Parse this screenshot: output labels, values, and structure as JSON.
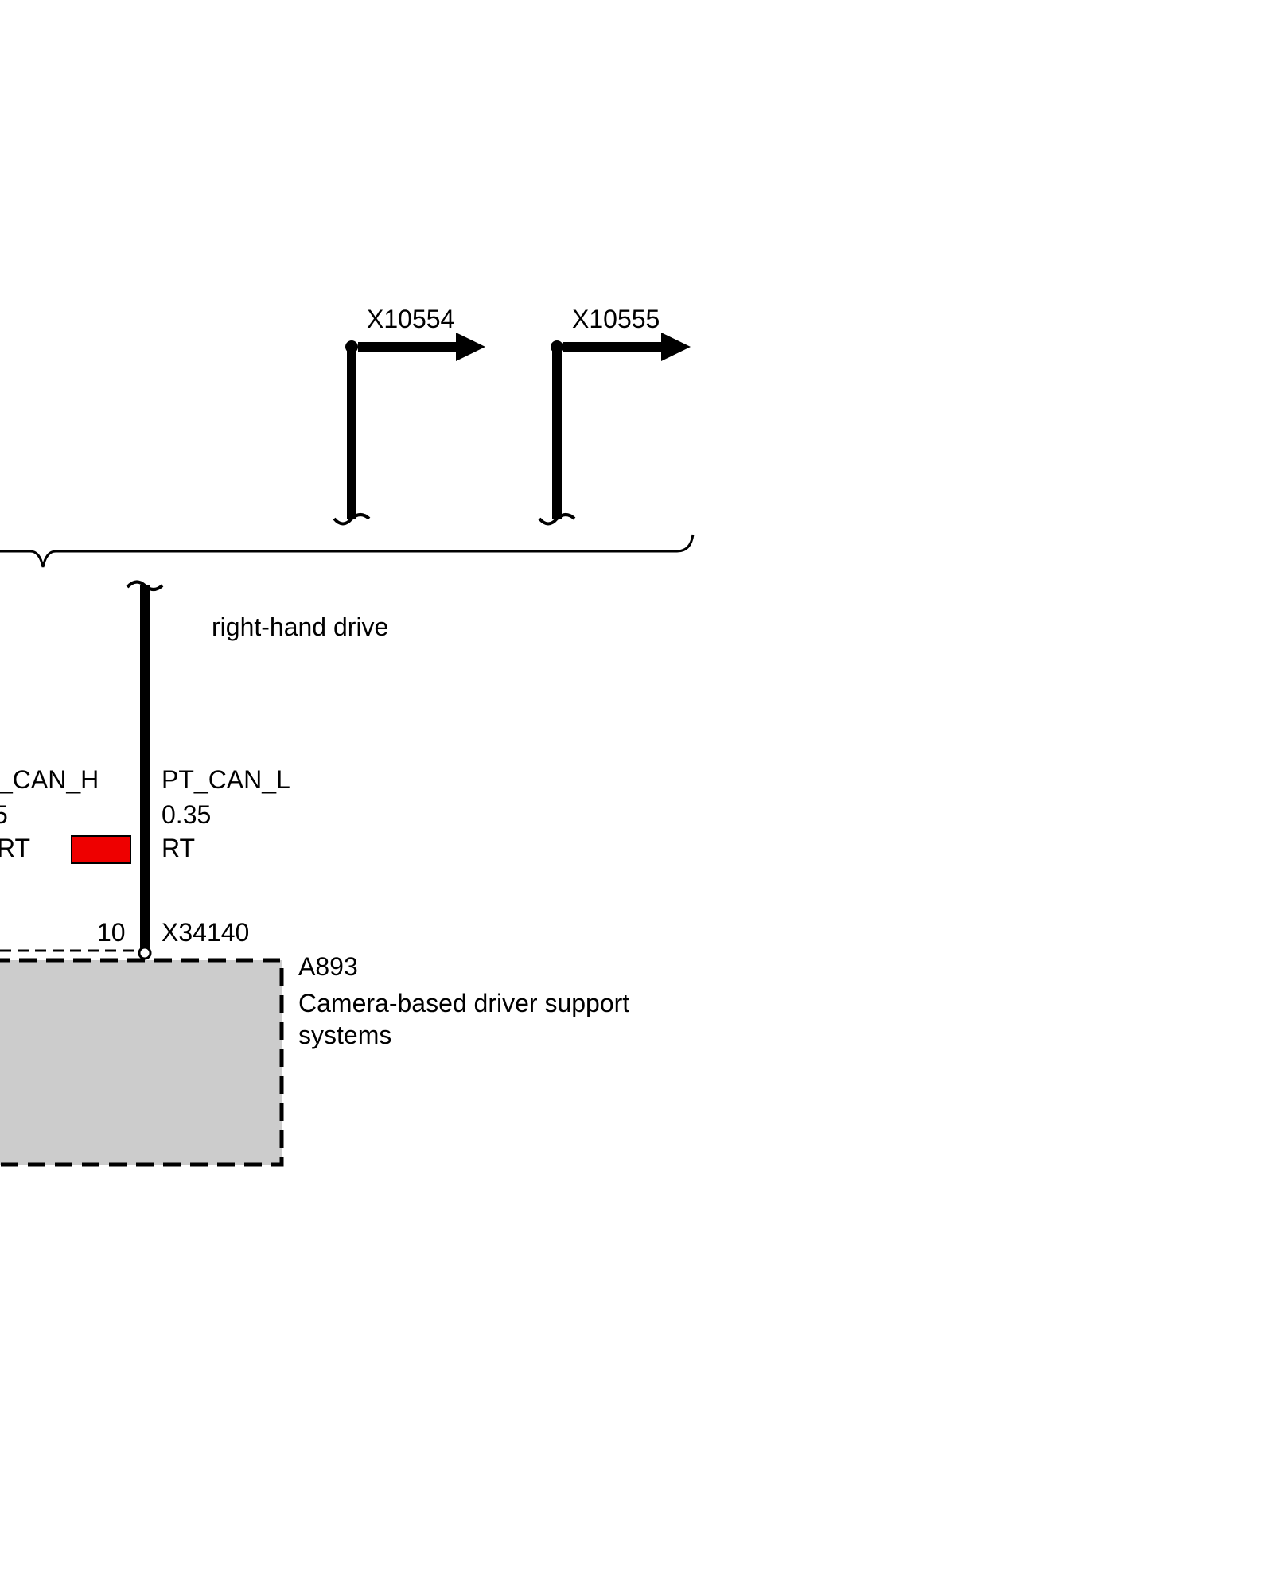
{
  "connectors": {
    "x10554": "X10554",
    "x10555": "X10555",
    "x34140": "X34140"
  },
  "variant_label": "right-hand drive",
  "wire_left": {
    "signal": "_CAN_H",
    "cross_section": "5",
    "color_code": "RT"
  },
  "wire_right": {
    "signal": "PT_CAN_L",
    "cross_section": "0.35",
    "color_code": "RT"
  },
  "pin_number": "10",
  "component": {
    "id": "A893",
    "name_line1": "Camera-based driver support",
    "name_line2": "systems"
  },
  "colors": {
    "wire_color_swatch": "#ee0000",
    "module_fill": "#cccccc",
    "line": "#000000"
  }
}
